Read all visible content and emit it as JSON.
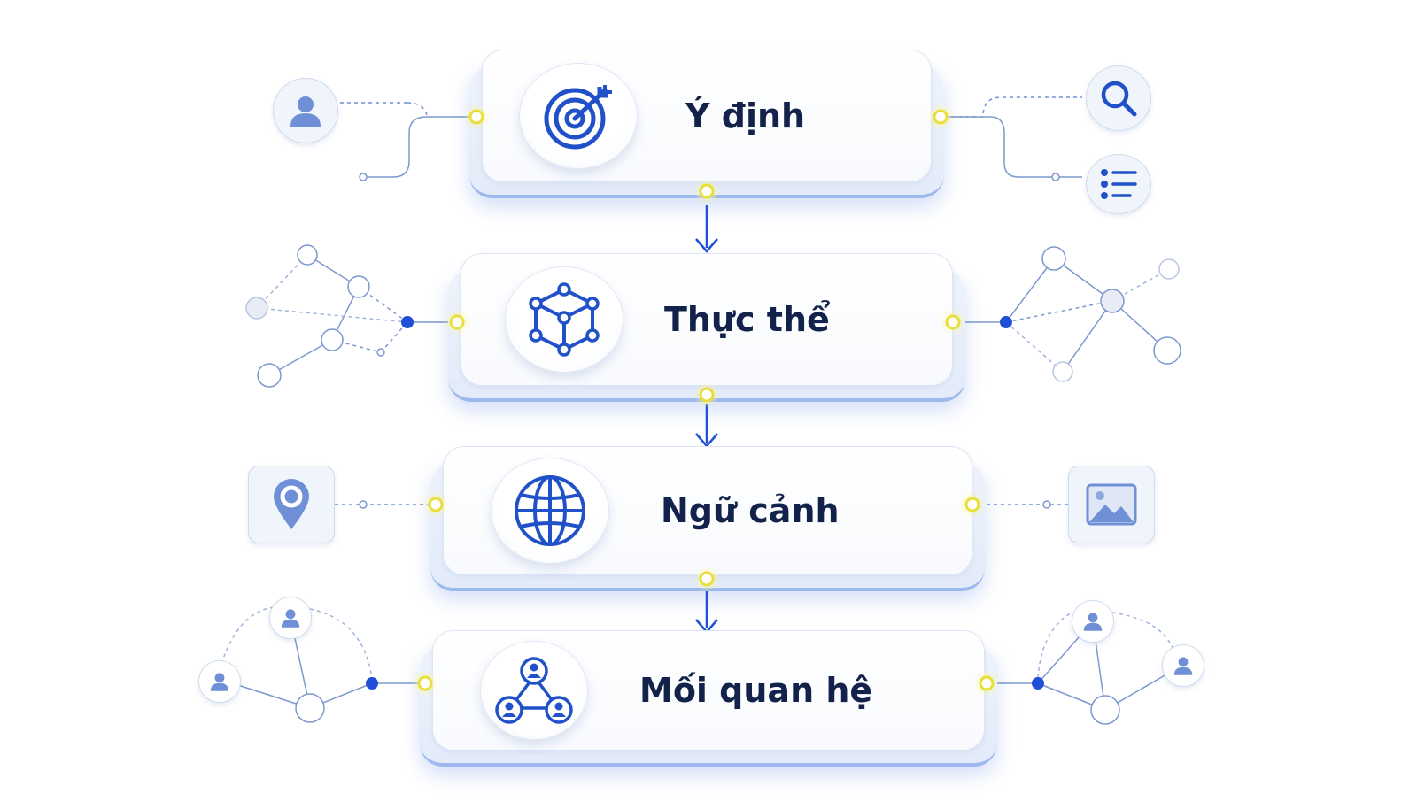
{
  "steps": [
    {
      "label": "Ý định",
      "icon": "target-icon"
    },
    {
      "label": "Thực thể",
      "icon": "cube-icon"
    },
    {
      "label": "Ngữ cảnh",
      "icon": "globe-icon"
    },
    {
      "label": "Mối quan hệ",
      "icon": "people-network-icon"
    }
  ],
  "side_icons": {
    "intent_left": "user-icon",
    "intent_right_top": "search-icon",
    "intent_right_bottom": "list-icon",
    "context_left": "location-pin-icon",
    "context_right": "image-icon",
    "relation_nodes": "user-icon"
  },
  "colors": {
    "accent": "#1f4fd8",
    "icon_blue": "#2151c8",
    "soft_blue": "#6f8fd6",
    "connector_glow": "#f5f07a",
    "label_text": "#13224a",
    "line": "#7d98cf"
  }
}
